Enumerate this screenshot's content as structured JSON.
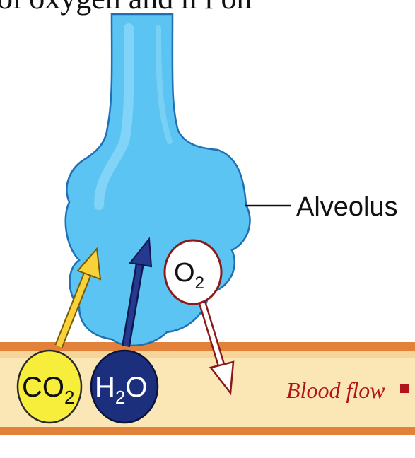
{
  "caption_fragment": "ol oxygen and h i oh",
  "labels": {
    "alveolus": "Alveolus",
    "blood_flow": "Blood flow",
    "co2_base": "CO",
    "co2_sub": "2",
    "h2o_h": "H",
    "h2o_sub": "2",
    "h2o_o": "O",
    "o2_base": "O",
    "o2_sub": "2"
  },
  "colors": {
    "alveolus_fill": "#5bc4f2",
    "alveolus_stroke": "#1f6fb3",
    "vessel_fill": "#fbe6b5",
    "vessel_edge": "#e2823a",
    "co2_fill": "#f7ee3b",
    "co2_arrow": "#f7d23a",
    "h2o_fill": "#1b2f7c",
    "o2_fill": "#ffffff",
    "o2_stroke": "#8a1a1a",
    "blood_flow_text": "#b3141a"
  },
  "icons": {
    "co2_arrow": "arrow-up-right-icon",
    "h2o_arrow": "arrow-up-right-icon",
    "o2_arrow": "arrow-down-right-icon",
    "flow_marker": "square-marker-icon"
  }
}
